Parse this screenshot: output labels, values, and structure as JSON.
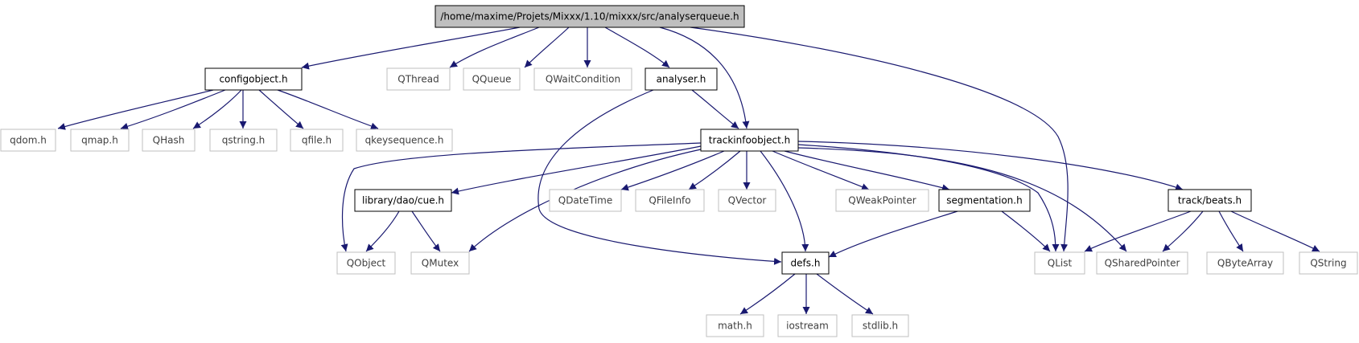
{
  "diagram": {
    "colors": {
      "edge": "#191970",
      "root_fill": "#bfbfbf",
      "doc_border": "#000000",
      "ext_border": "#bfbfbf",
      "ext_text": "#404040",
      "text": "#000000"
    },
    "nodes": [
      {
        "id": "root",
        "label": "/home/maxime/Projets/Mixxx/1.10/mixxx/src/analyserqueue.h",
        "kind": "root"
      },
      {
        "id": "configobject",
        "label": "configobject.h",
        "kind": "doc"
      },
      {
        "id": "qthread",
        "label": "QThread",
        "kind": "ext"
      },
      {
        "id": "qqueue",
        "label": "QQueue",
        "kind": "ext"
      },
      {
        "id": "qwaitcondition",
        "label": "QWaitCondition",
        "kind": "ext"
      },
      {
        "id": "analyser",
        "label": "analyser.h",
        "kind": "doc"
      },
      {
        "id": "qdom",
        "label": "qdom.h",
        "kind": "ext"
      },
      {
        "id": "qmap",
        "label": "qmap.h",
        "kind": "ext"
      },
      {
        "id": "qhash",
        "label": "QHash",
        "kind": "ext"
      },
      {
        "id": "qstringh",
        "label": "qstring.h",
        "kind": "ext"
      },
      {
        "id": "qfile",
        "label": "qfile.h",
        "kind": "ext"
      },
      {
        "id": "qkeysequence",
        "label": "qkeysequence.h",
        "kind": "ext"
      },
      {
        "id": "trackinfoobject",
        "label": "trackinfoobject.h",
        "kind": "doc"
      },
      {
        "id": "cue",
        "label": "library/dao/cue.h",
        "kind": "doc"
      },
      {
        "id": "qdatetime",
        "label": "QDateTime",
        "kind": "ext"
      },
      {
        "id": "qfileinfo",
        "label": "QFileInfo",
        "kind": "ext"
      },
      {
        "id": "qvector",
        "label": "QVector",
        "kind": "ext"
      },
      {
        "id": "qweakpointer",
        "label": "QWeakPointer",
        "kind": "ext"
      },
      {
        "id": "segmentation",
        "label": "segmentation.h",
        "kind": "doc"
      },
      {
        "id": "beats",
        "label": "track/beats.h",
        "kind": "doc"
      },
      {
        "id": "qobject",
        "label": "QObject",
        "kind": "ext"
      },
      {
        "id": "qmutex",
        "label": "QMutex",
        "kind": "ext"
      },
      {
        "id": "defs",
        "label": "defs.h",
        "kind": "doc"
      },
      {
        "id": "qlist",
        "label": "QList",
        "kind": "ext"
      },
      {
        "id": "qsharedpointer",
        "label": "QSharedPointer",
        "kind": "ext"
      },
      {
        "id": "qbytearray",
        "label": "QByteArray",
        "kind": "ext"
      },
      {
        "id": "qstring",
        "label": "QString",
        "kind": "ext"
      },
      {
        "id": "math",
        "label": "math.h",
        "kind": "ext"
      },
      {
        "id": "iostream",
        "label": "iostream",
        "kind": "ext"
      },
      {
        "id": "stdlib",
        "label": "stdlib.h",
        "kind": "ext"
      }
    ],
    "edges": [
      {
        "from": "root",
        "to": "configobject"
      },
      {
        "from": "root",
        "to": "qthread"
      },
      {
        "from": "root",
        "to": "qqueue"
      },
      {
        "from": "root",
        "to": "qwaitcondition"
      },
      {
        "from": "root",
        "to": "analyser"
      },
      {
        "from": "root",
        "to": "trackinfoobject"
      },
      {
        "from": "root",
        "to": "qlist"
      },
      {
        "from": "configobject",
        "to": "qdom"
      },
      {
        "from": "configobject",
        "to": "qmap"
      },
      {
        "from": "configobject",
        "to": "qhash"
      },
      {
        "from": "configobject",
        "to": "qstringh"
      },
      {
        "from": "configobject",
        "to": "qfile"
      },
      {
        "from": "configobject",
        "to": "qkeysequence"
      },
      {
        "from": "analyser",
        "to": "trackinfoobject"
      },
      {
        "from": "analyser",
        "to": "defs"
      },
      {
        "from": "trackinfoobject",
        "to": "qobject"
      },
      {
        "from": "trackinfoobject",
        "to": "cue"
      },
      {
        "from": "trackinfoobject",
        "to": "qmutex"
      },
      {
        "from": "trackinfoobject",
        "to": "qdatetime"
      },
      {
        "from": "trackinfoobject",
        "to": "qfileinfo"
      },
      {
        "from": "trackinfoobject",
        "to": "qvector"
      },
      {
        "from": "trackinfoobject",
        "to": "defs"
      },
      {
        "from": "trackinfoobject",
        "to": "qweakpointer"
      },
      {
        "from": "trackinfoobject",
        "to": "segmentation"
      },
      {
        "from": "trackinfoobject",
        "to": "qlist"
      },
      {
        "from": "trackinfoobject",
        "to": "qsharedpointer"
      },
      {
        "from": "trackinfoobject",
        "to": "beats"
      },
      {
        "from": "cue",
        "to": "qobject"
      },
      {
        "from": "cue",
        "to": "qmutex"
      },
      {
        "from": "segmentation",
        "to": "defs"
      },
      {
        "from": "segmentation",
        "to": "qlist"
      },
      {
        "from": "beats",
        "to": "qlist"
      },
      {
        "from": "beats",
        "to": "qsharedpointer"
      },
      {
        "from": "beats",
        "to": "qbytearray"
      },
      {
        "from": "beats",
        "to": "qstring"
      },
      {
        "from": "defs",
        "to": "math"
      },
      {
        "from": "defs",
        "to": "iostream"
      },
      {
        "from": "defs",
        "to": "stdlib"
      }
    ]
  }
}
